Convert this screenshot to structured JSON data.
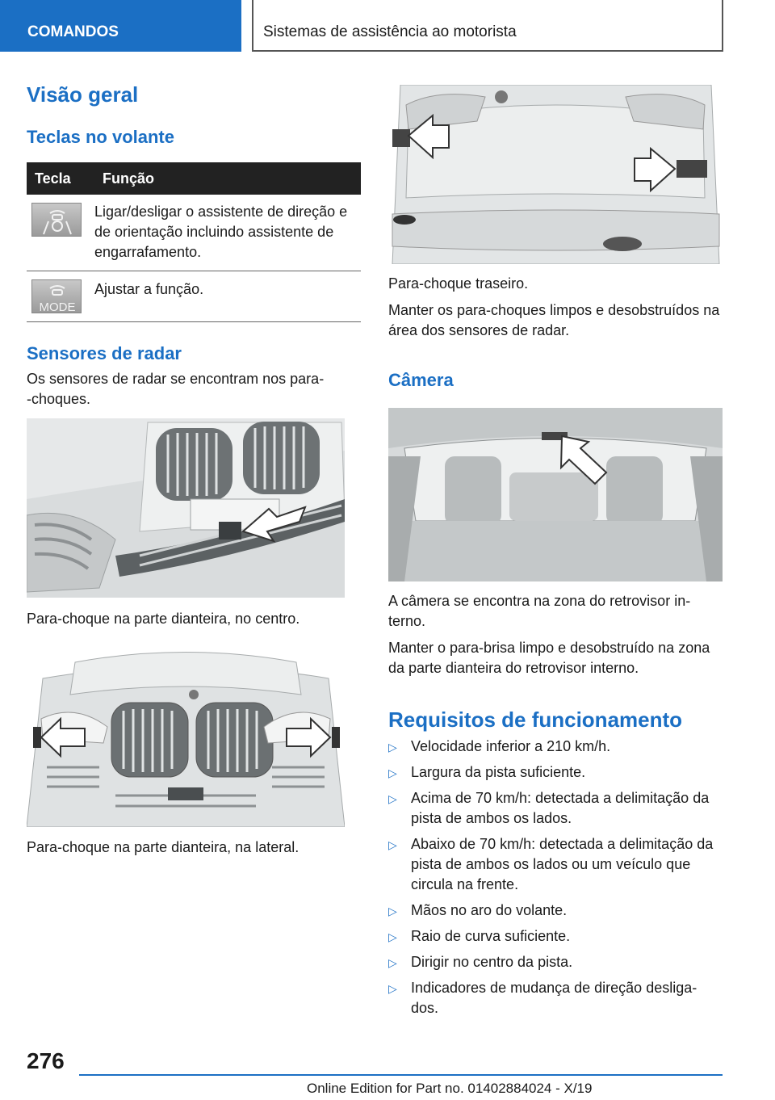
{
  "header": {
    "section": "COMANDOS",
    "title": "Sistemas de assistência ao motorista"
  },
  "left": {
    "h1": "Visão geral",
    "h2_keys": "Teclas no volante",
    "table": {
      "col_key": "Tecla",
      "col_function": "Função",
      "rows": [
        {
          "function": "Ligar/desligar o assistente de direção e de orientação incluindo assistente de engarrafamento."
        },
        {
          "key_label": "MODE",
          "function": "Ajustar a função."
        }
      ]
    },
    "h2_radar": "Sensores de radar",
    "radar_text": "Os sensores de radar se encontram nos para-\n-choques.",
    "caption_front_center": "Para-choque na parte dianteira, no centro.",
    "caption_front_side": "Para-choque na parte dianteira, na lateral."
  },
  "right": {
    "caption_rear": "Para-choque traseiro.",
    "rear_text": "Manter os para-choques limpos e desobstruídos na área dos sensores de radar.",
    "h2_camera": "Câmera",
    "camera_text_1": "A câmera se encontra na zona do retrovisor in-\nterno.",
    "camera_text_2": "Manter o para-brisa limpo e desobstruído na zona da parte dianteira do retrovisor interno.",
    "h2_requirements": "Requisitos de funcionamento",
    "requirements": [
      "Velocidade inferior a 210 km/h.",
      "Largura da pista suficiente.",
      "Acima de 70 km/h: detectada a delimitação da pista de ambos os lados.",
      "Abaixo de 70 km/h: detectada a delimitação da pista de ambos os lados ou um veículo que circula na frente.",
      "Mãos no aro do volante.",
      "Raio de curva suficiente.",
      "Dirigir no centro da pista.",
      "Indicadores de mudança de direção desliga-\ndos."
    ]
  },
  "footer": {
    "page_number": "276",
    "edition": "Online Edition for Part no. 01402884024 - X/19"
  }
}
